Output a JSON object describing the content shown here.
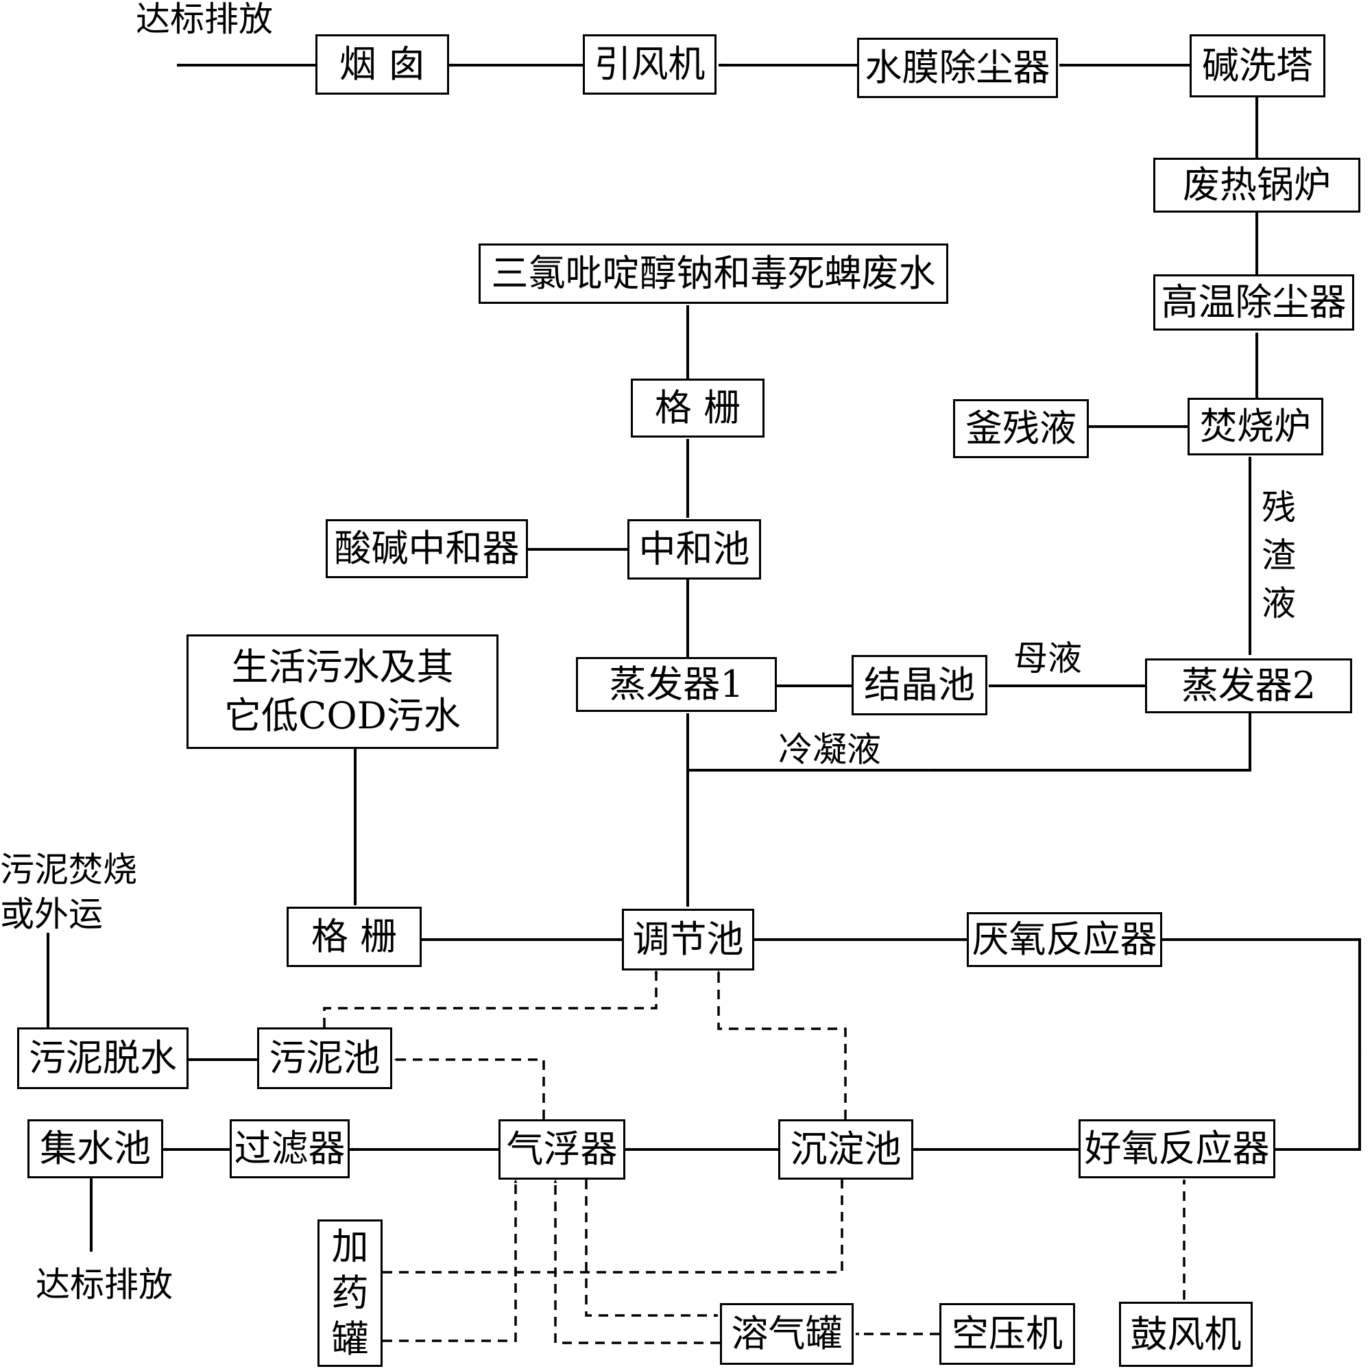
{
  "nodes": {
    "chimney": "烟 囱",
    "induced_fan": "引风机",
    "water_film_dust": "水膜除尘器",
    "alkali_tower": "碱洗塔",
    "waste_heat_boiler": "废热锅炉",
    "high_temp_dust": "高温除尘器",
    "incinerator": "焚烧炉",
    "kettle_residue": "釜残液",
    "wastewater_source": "三氯吡啶醇钠和毒死蜱废水",
    "grille_1": "格 栅",
    "acid_base_neutralizer": "酸碱中和器",
    "neutralization_pool": "中和池",
    "evaporator_1": "蒸发器1",
    "crystallization_pool": "结晶池",
    "evaporator_2": "蒸发器2",
    "domestic_sewage_line1": "生活污水及其",
    "domestic_sewage_line2": "它低COD污水",
    "grille_2": "格 栅",
    "regulating_pool": "调节池",
    "anaerobic_reactor": "厌氧反应器",
    "aerobic_reactor": "好氧反应器",
    "sedimentation_pool": "沉淀池",
    "air_flotation": "气浮器",
    "filter": "过滤器",
    "collection_pool": "集水池",
    "sludge_pool": "污泥池",
    "sludge_dewatering": "污泥脱水",
    "dosing_tank": [
      "加",
      "药",
      "罐"
    ],
    "dissolved_air_tank": "溶气罐",
    "air_compressor": "空压机",
    "blower": "鼓风机"
  },
  "labels": {
    "discharge_top": "达标排放",
    "discharge_bottom": "达标排放",
    "sludge_out_line1": "污泥焚烧",
    "sludge_out_line2": "或外运",
    "mother_liquor": "母液",
    "condensate": "冷凝液",
    "residue_liquid": [
      "残",
      "渣",
      "液"
    ]
  }
}
